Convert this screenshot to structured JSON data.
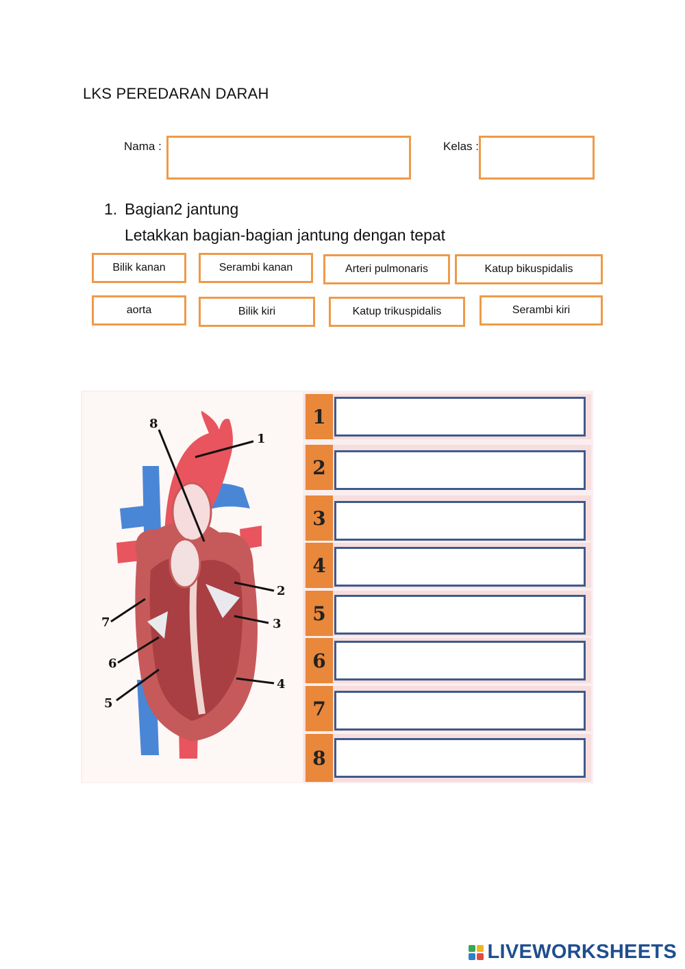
{
  "header": {
    "title": "LKS  PEREDARAN DARAH"
  },
  "form": {
    "name_label": "Nama :",
    "class_label": "Kelas :"
  },
  "question": {
    "number": "1.",
    "title": "Bagian2 jantung",
    "instruction": "Letakkan  bagian-bagian jantung dengan tepat"
  },
  "options": [
    "Bilik kanan",
    "Serambi kanan",
    "Arteri pulmonaris",
    "Katup bikuspidalis",
    "aorta",
    "Bilik kiri",
    "Katup trikuspidalis",
    "Serambi kiri"
  ],
  "diagram": {
    "labels": [
      "1",
      "2",
      "3",
      "4",
      "5",
      "6",
      "7",
      "8"
    ]
  },
  "answer_rows": [
    "1",
    "2",
    "3",
    "4",
    "5",
    "6",
    "7",
    "8"
  ],
  "footer": {
    "brand": "LIVEWORKSHEETS"
  },
  "colors": {
    "accent_orange": "#ee9a48",
    "answer_border": "#3e5a8c",
    "brand_blue": "#1f4e8f"
  }
}
